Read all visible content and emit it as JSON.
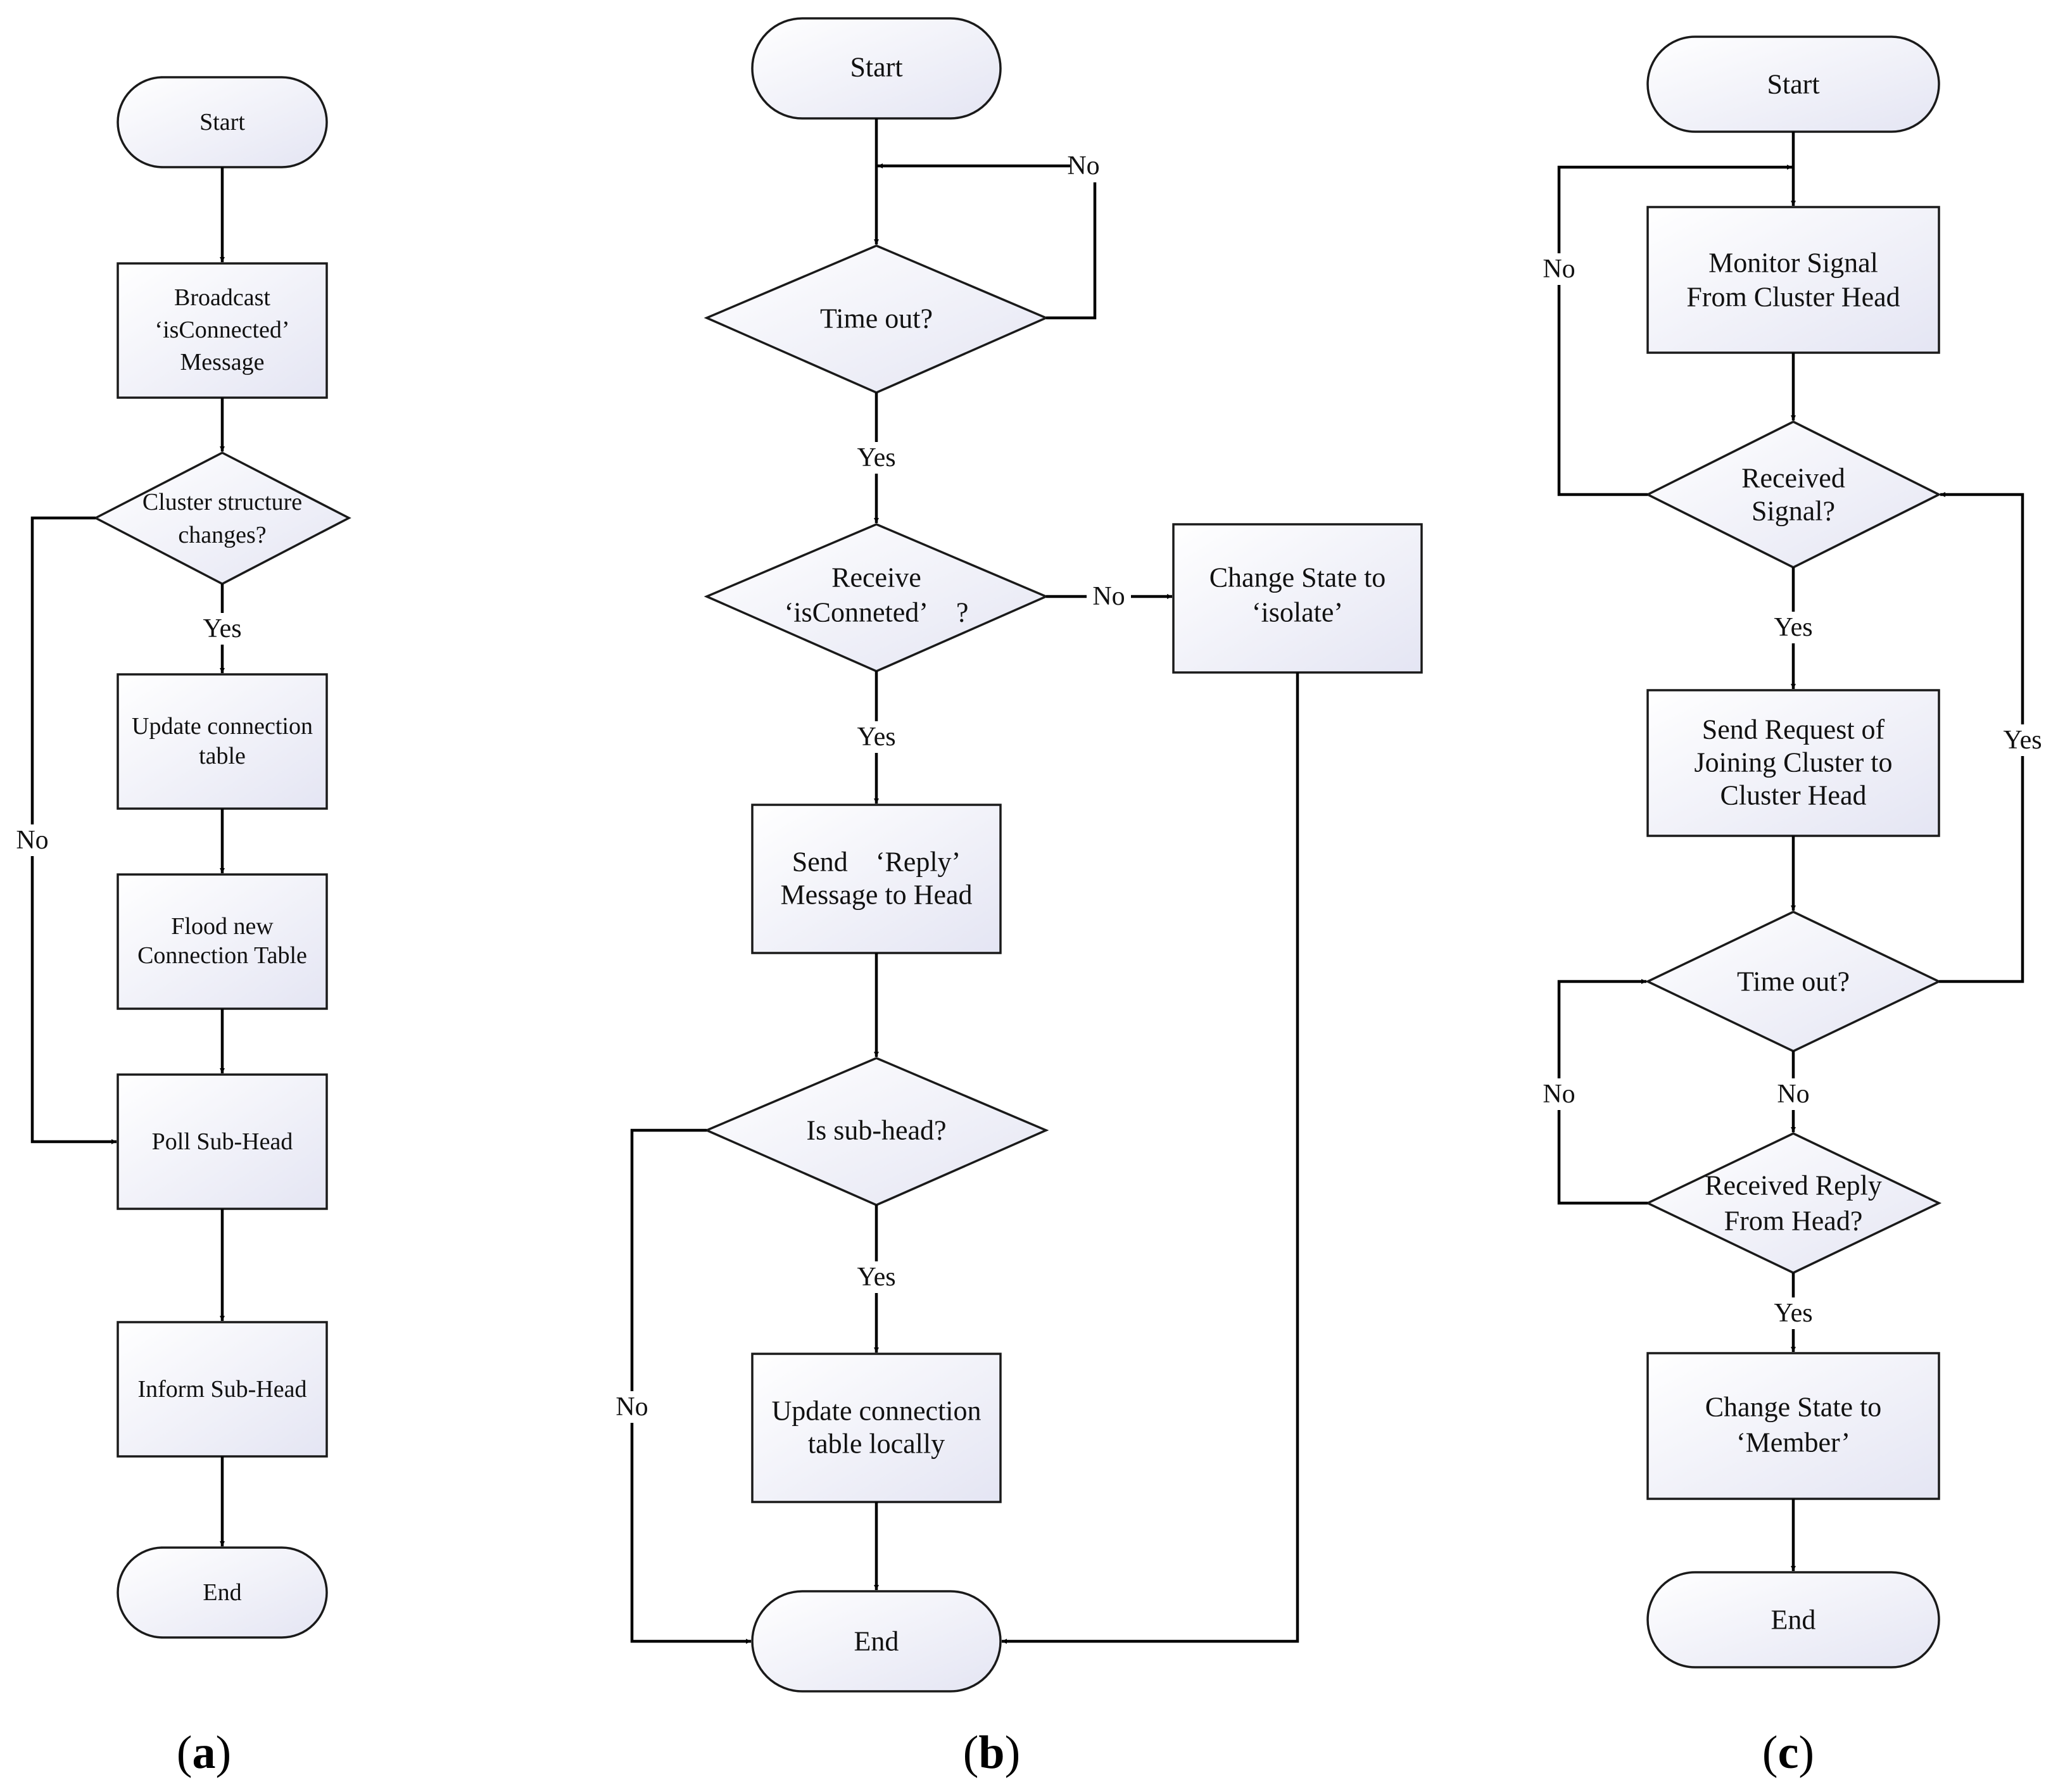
{
  "panel_a": {
    "start": "Start",
    "broadcast": [
      "Broadcast",
      "‘isConnected’",
      "Message"
    ],
    "decision": [
      "Cluster structure",
      "changes?"
    ],
    "yes": "Yes",
    "no": "No",
    "update": [
      "Update connection",
      "table"
    ],
    "flood": [
      "Flood new",
      "Connection Table"
    ],
    "poll": "Poll Sub-Head",
    "inform": "Inform Sub-Head",
    "end": "End",
    "caption": [
      "(",
      "a",
      ")"
    ]
  },
  "panel_b": {
    "start": "Start",
    "timeout": "Time out?",
    "no_timeout": "No",
    "yes_timeout": "Yes",
    "receive": [
      "Receive",
      "‘isConneted’ ?"
    ],
    "no_receive": "No",
    "yes_receive": "Yes",
    "change_state": [
      "Change State to",
      "‘isolate’"
    ],
    "send": [
      "Send ‘Reply’",
      "Message to Head"
    ],
    "subhead": "Is sub-head?",
    "yes_subhead": "Yes",
    "no_subhead": "No",
    "update": [
      "Update connection",
      "table locally"
    ],
    "end": "End",
    "caption": [
      "(",
      "b",
      ")"
    ]
  },
  "panel_c": {
    "start": "Start",
    "monitor": [
      "Monitor Signal",
      "From Cluster Head"
    ],
    "no_received": "No",
    "received": [
      "Received",
      "Signal?"
    ],
    "yes_received": "Yes",
    "send": [
      "Send Request of",
      "Joining Cluster to",
      "Cluster Head"
    ],
    "yes_timeout": "Yes",
    "timeout": "Time out?",
    "no_timeout": "No",
    "no_reply": "No",
    "reply": [
      "Received Reply",
      "From Head?"
    ],
    "yes_reply": "Yes",
    "change_state": [
      "Change State to",
      "‘Member’"
    ],
    "end": "End",
    "caption": [
      "(",
      "c",
      ")"
    ]
  }
}
